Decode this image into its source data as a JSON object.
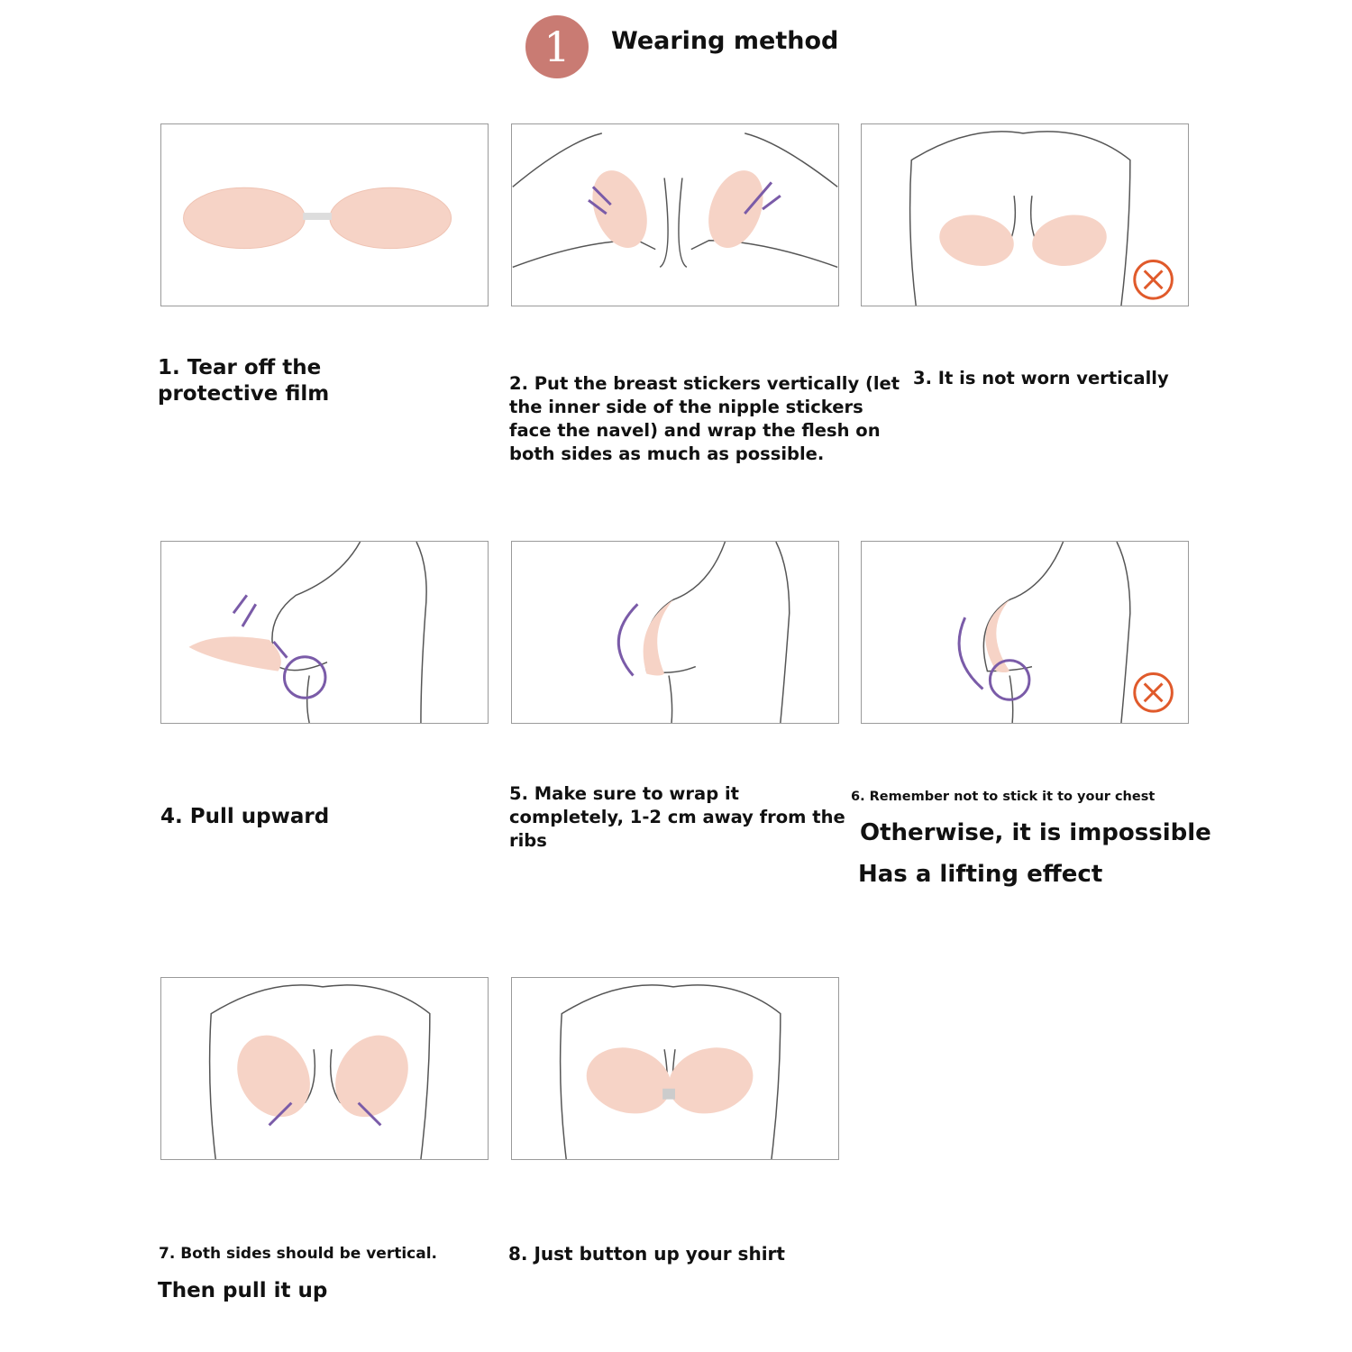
{
  "header": {
    "step_number": "1",
    "title": "Wearing method"
  },
  "steps": [
    {
      "caption": "1. Tear off the\nprotective film"
    },
    {
      "caption": "2. Put the breast stickers vertically (let\nthe inner side of the nipple stickers\nface the navel) and wrap the flesh on\nboth sides as much as possible."
    },
    {
      "caption": "3. It is not worn vertically",
      "icon": "wrong-x-icon"
    },
    {
      "caption": "4. Pull upward"
    },
    {
      "caption": "5. Make sure to wrap it\ncompletely, 1-2 cm away from the\nribs"
    },
    {
      "caption": "6. Remember not to stick it to your chest",
      "note1": "Otherwise, it is impossible",
      "note2": "Has a lifting effect",
      "icon": "wrong-x-icon"
    },
    {
      "caption": "7. Both sides should be vertical.",
      "note1": "Then pull it up"
    },
    {
      "caption": "8. Just button up your shirt"
    }
  ],
  "colors": {
    "badge": "#c97b73",
    "pad": "#f6d3c6",
    "arrow": "#7a5ba8",
    "wrong": "#e05a2b",
    "line": "#555555"
  }
}
